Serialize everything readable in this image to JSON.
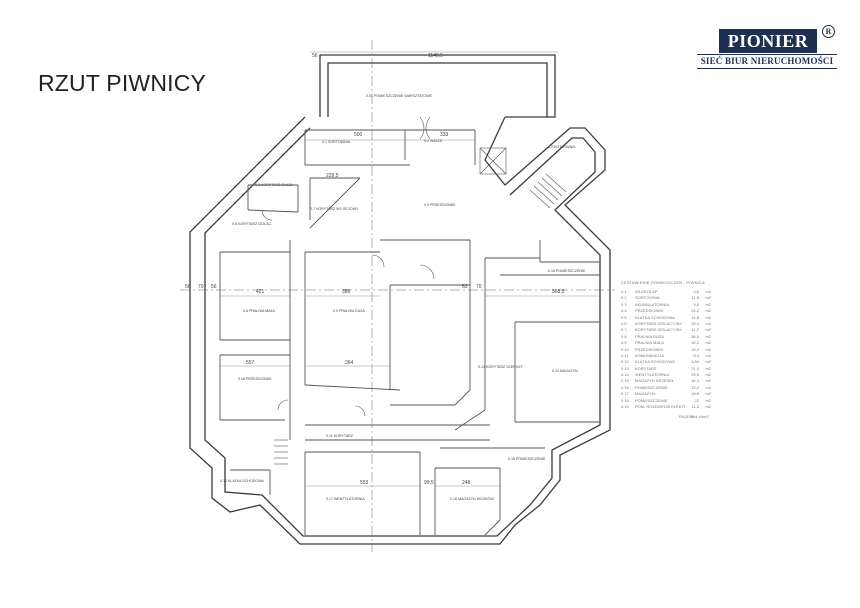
{
  "header": {
    "title": "RZUT PIWNICY"
  },
  "logo": {
    "name": "PIONIER",
    "reg": "R",
    "subtitle": "SIEĆ BIUR NIERUCHOMOŚCI"
  },
  "dimensions": [
    "56",
    "1140,5",
    "500",
    "333",
    "229,5",
    "421",
    "386",
    "568,5",
    "557",
    "364",
    "553",
    "99,5",
    "248",
    "56",
    "70",
    "56",
    "63",
    "70"
  ],
  "rooms": {
    "warsztat": "0.01 POMIESZCZENIE WARSZTATOWE",
    "wjazd": "0.2 WJAZD",
    "sortownia": "0.1 SORTOWNIA",
    "kotlownia": "0.2 KOTŁOWNIA",
    "sluza": "0.3 KORYTARZ ŚLUZA",
    "korytarz_izol": "0.6 KORYTARZ IZOLAC.",
    "przedsionek": "0.5 PRZEDSIONEK",
    "korytarz_wyjsc": "0.7 KORYTARZ WYJŚCIOWY",
    "pomieszczenie_e": "0.10 POMIESZCZENIE",
    "pralnia": "0.8 PRALNIA MAŁA",
    "pralnia_duza": "0.9 PRALNIA DUŻA",
    "korytarz_s": "0.13 KORYTARZ SZERSZY",
    "magazyn": "0.14 MAGAZYN",
    "przedsionek2": "0.16 PRZEDSIONEK",
    "korytarz": "0.11 KORYTARZ",
    "pomieszczenie_s": "0.15 POMIESZCZENIE",
    "klatka": "0.12 KLATKA SCHODOWA",
    "wentylatornia": "0.17 WENTYLATORNIA",
    "magazyn_kr": "0.18 MAGAZYN WÓZKÓW"
  },
  "legend": {
    "title": "ZESTAWIENIE POMIESZCZEŃ - PIWNICA",
    "rows": [
      [
        "0.1",
        "WŁOKOLAP",
        "4,8",
        "m2"
      ],
      [
        "0.2",
        "SORTOWNIA",
        "11,8",
        "m2"
      ],
      [
        "0.3",
        "AKUMULATORNIA",
        "5,9",
        "m2"
      ],
      [
        "0.4",
        "PRZEDSIONEK",
        "24,2",
        "m2"
      ],
      [
        "0.5",
        "KLATKA SCHODOWA",
        "14,8",
        "m2"
      ],
      [
        "0.6",
        "KORYTARZ IZOLACYJNY",
        "16,3",
        "m2"
      ],
      [
        "0.7",
        "KORYTARZ IZOLACYJNY",
        "11,2",
        "m2"
      ],
      [
        "0.8",
        "PRALNIA DUŻA",
        "36,5",
        "m2"
      ],
      [
        "0.9",
        "PRALNIA MAŁA",
        "16,3",
        "m2"
      ],
      [
        "0.10",
        "PRZEDSIONEK",
        "18,3",
        "m2"
      ],
      [
        "0.11",
        "KOMUNIKACJA",
        "6,4",
        "m2"
      ],
      [
        "0.12",
        "KLATKA SCHODOWA",
        "3,84",
        "m2"
      ],
      [
        "0.13",
        "KORYTARZ",
        "21,4",
        "m2"
      ],
      [
        "0.14",
        "WENTYLATORNIA",
        "23,6",
        "m2"
      ],
      [
        "0.15",
        "MAGAZYN KRZESEŁ",
        "18,3",
        "m2"
      ],
      [
        "0.16",
        "POMIESZCZENIE",
        "12,2",
        "m2"
      ],
      [
        "0.17",
        "MAGAZYN",
        "18,6",
        "m2"
      ],
      [
        "0.18",
        "POMIESZCZENIE",
        "22",
        "m2"
      ],
      [
        "0.19",
        "POM. ROZDZIELNI ELEKTR.",
        "11,3",
        "m2"
      ]
    ],
    "total_label": "RAZEM",
    "total_value": "264,44",
    "total_unit": "m2"
  }
}
